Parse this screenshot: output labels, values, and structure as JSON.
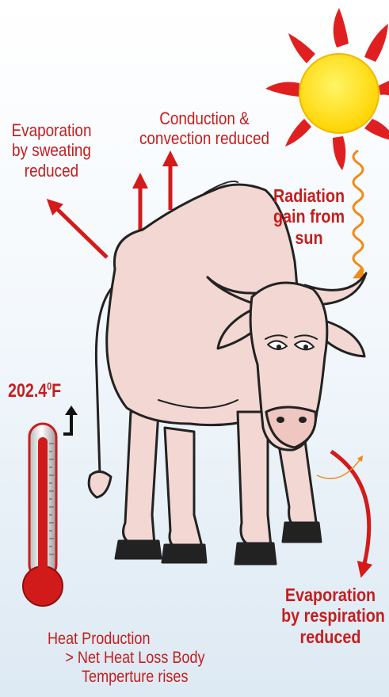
{
  "labels": {
    "sweat_line1": "Evaporation",
    "sweat_line2": "by sweating",
    "sweat_line3": "reduced",
    "cond_line1": "Conduction &",
    "cond_line2": "convection reduced",
    "rad_line1": "Radiation",
    "rad_line2": "gain from",
    "rad_line3": "sun",
    "resp_line1": "Evaporation",
    "resp_line2": "by respiration",
    "resp_line3": "reduced",
    "temp_value": "202.4",
    "temp_degree": "0",
    "temp_unit": "F",
    "heat_line1": "Heat Production",
    "heat_line2": "> Net Heat Loss Body",
    "heat_line3": "Temperture rises"
  },
  "colors": {
    "label_red": "#c41e1e",
    "arrow_red": "#d41a1a",
    "sun_core": "#ffe600",
    "sun_rays": "#e02020",
    "wave": "#f08a1a",
    "cow_body": "#f2d7d2",
    "cow_outline": "#222222"
  },
  "icons": {
    "sun": "sun-icon",
    "thermometer": "thermometer-icon",
    "cow": "cow-illustration"
  }
}
